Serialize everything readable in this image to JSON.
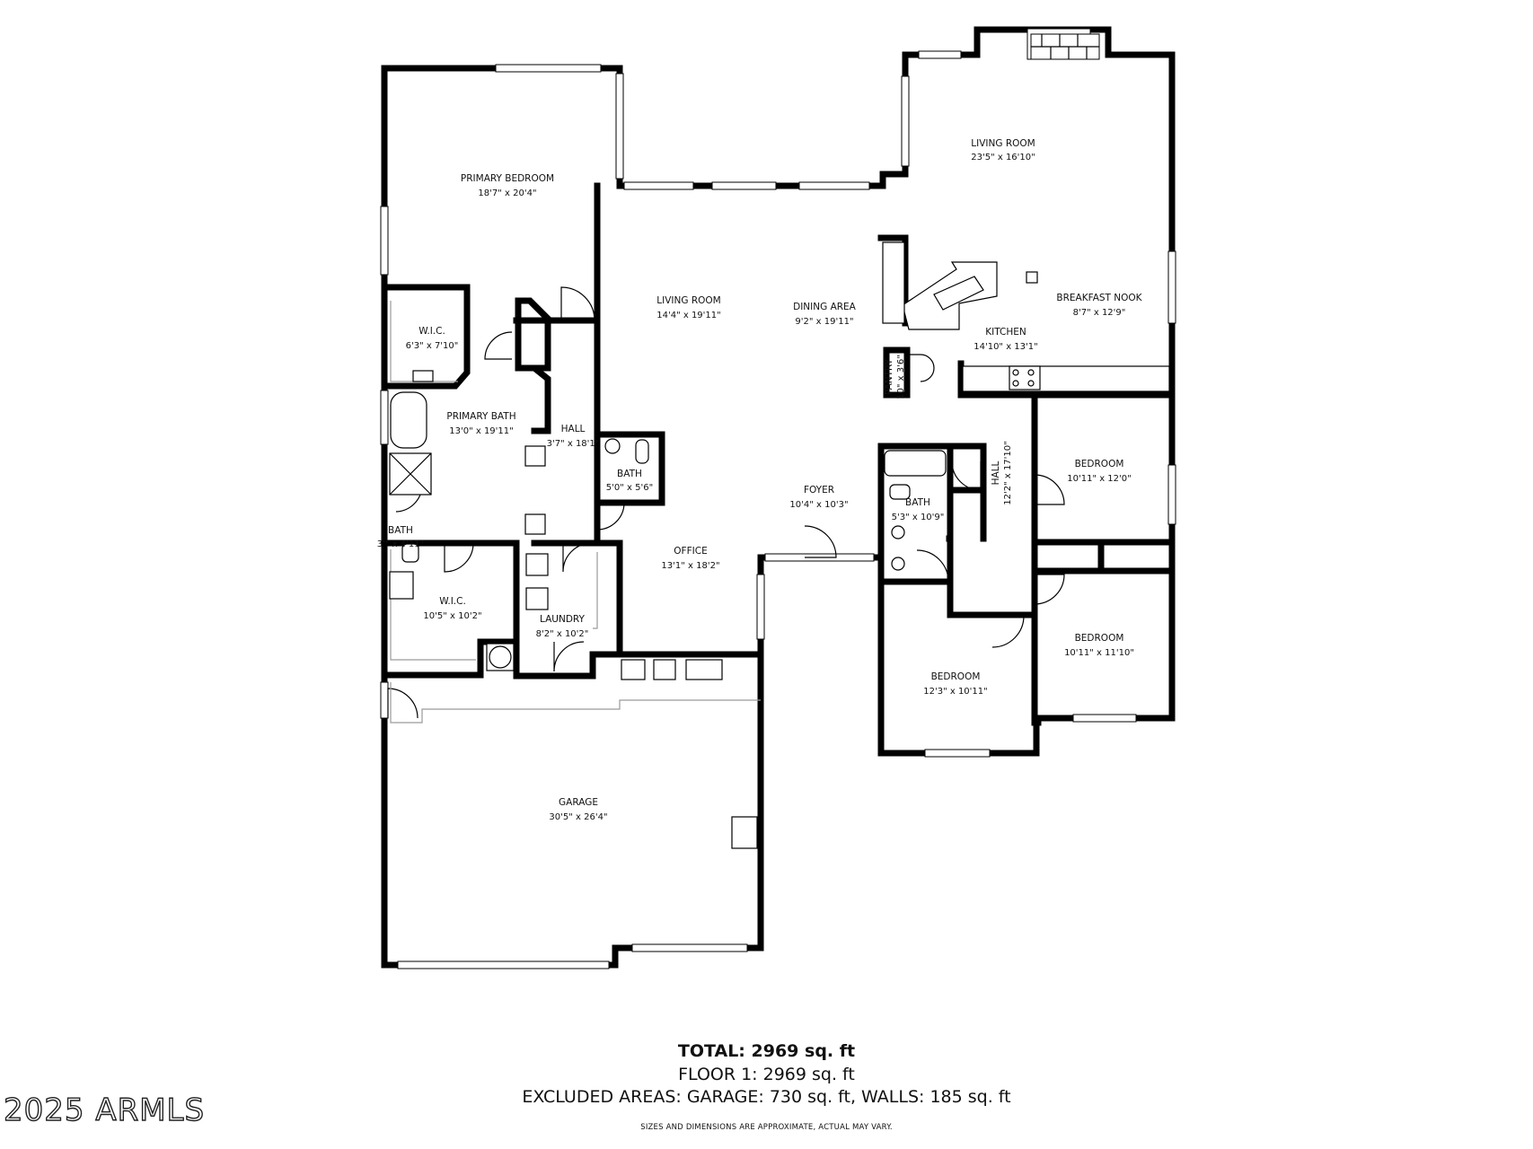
{
  "rooms": [
    {
      "name": "PRIMARY BEDROOM",
      "dims": "18'7\" x 20'4\""
    },
    {
      "name": "W.I.C.",
      "dims": "6'3\" x 7'10\""
    },
    {
      "name": "PRIMARY BATH",
      "dims": "13'0\" x 19'11\""
    },
    {
      "name": "BATH",
      "dims": "3'\" x 4'11\""
    },
    {
      "name": "W.I.C.",
      "dims": "10'5\" x 10'2\""
    },
    {
      "name": "LAUNDRY",
      "dims": "8'2\" x 10'2\""
    },
    {
      "name": "HALL",
      "dims": "3'7\" x 18'1\""
    },
    {
      "name": "BATH",
      "dims": "5'0\" x 5'6\""
    },
    {
      "name": "LIVING ROOM",
      "dims": "14'4\" x 19'11\""
    },
    {
      "name": "DINING AREA",
      "dims": "9'2\" x 19'11\""
    },
    {
      "name": "FOYER",
      "dims": "10'4\" x 10'3\""
    },
    {
      "name": "OFFICE",
      "dims": "13'1\" x 18'2\""
    },
    {
      "name": "LIVING ROOM",
      "dims": "23'5\" x 16'10\""
    },
    {
      "name": "BREAKFAST NOOK",
      "dims": "8'7\" x 12'9\""
    },
    {
      "name": "KITCHEN",
      "dims": "14'10\" x 13'1\""
    },
    {
      "name": "PANTRY",
      "dims": "10\" x 3'6\""
    },
    {
      "name": "BATH",
      "dims": "5'3\" x 10'9\""
    },
    {
      "name": "HALL",
      "dims": "12'2\" x 17'10\""
    },
    {
      "name": "BEDROOM",
      "dims": "10'11\" x 12'0\""
    },
    {
      "name": "BEDROOM",
      "dims": "10'11\" x 11'10\""
    },
    {
      "name": "BEDROOM",
      "dims": "12'3\" x 10'11\""
    },
    {
      "name": "GARAGE",
      "dims": "30'5\" x 26'4\""
    }
  ],
  "summary": {
    "total": "TOTAL: 2969 sq. ft",
    "floor": "FLOOR 1: 2969 sq. ft",
    "excluded": "EXCLUDED AREAS: GARAGE: 730 sq. ft, WALLS: 185 sq. ft",
    "disclaimer": "SIZES AND DIMENSIONS ARE APPROXIMATE, ACTUAL MAY VARY."
  },
  "watermark": "2025 ARMLS"
}
